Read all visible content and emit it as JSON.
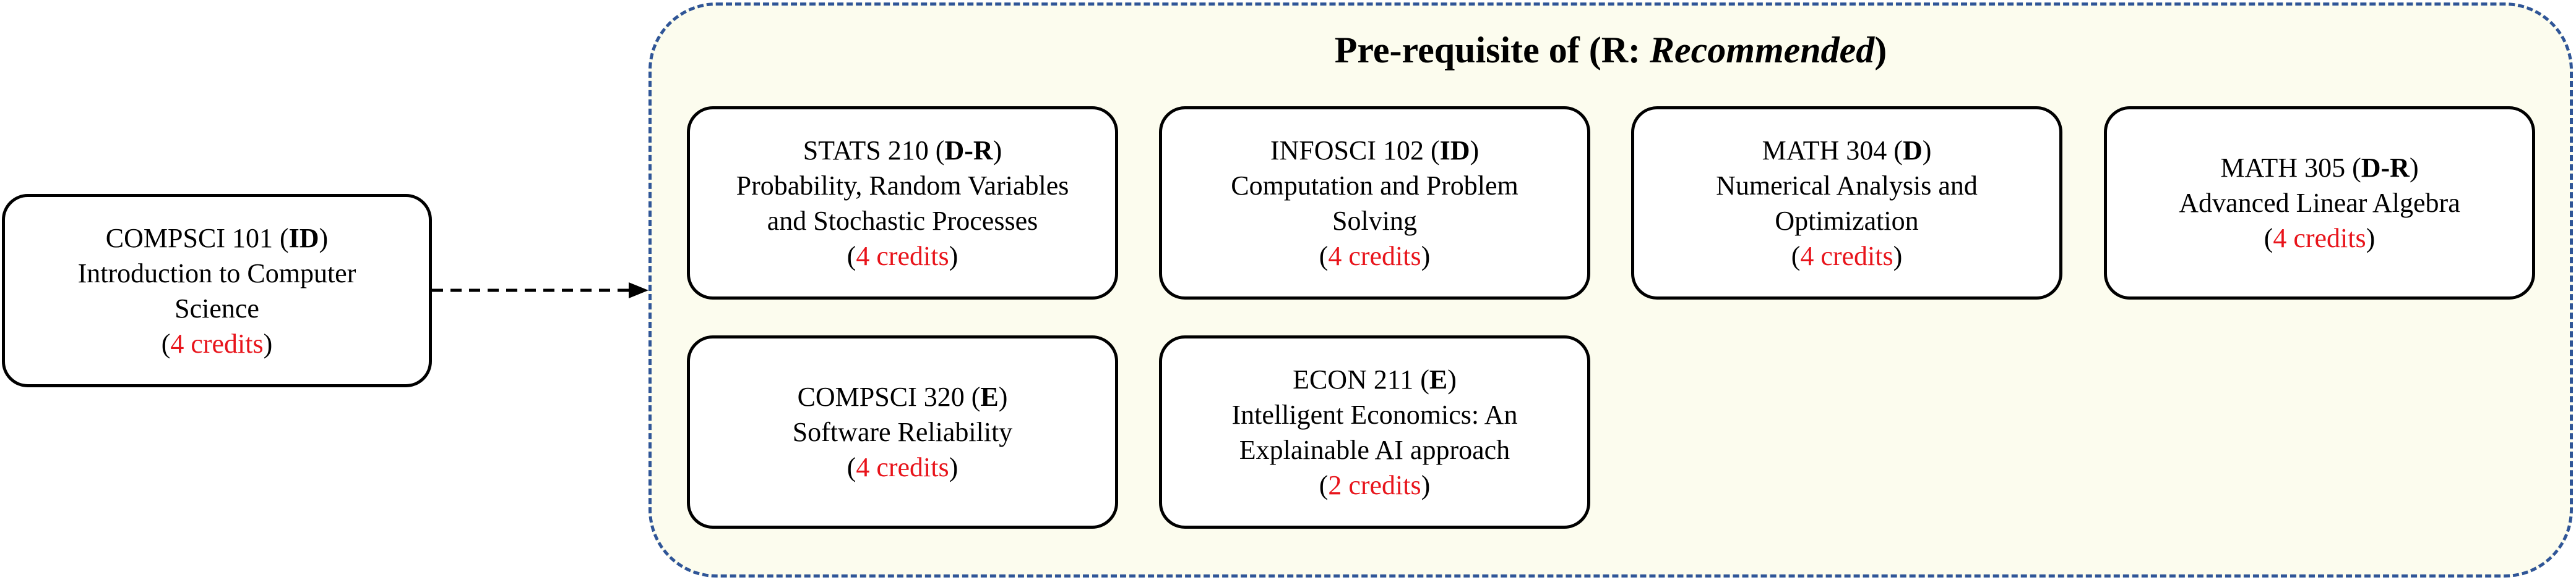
{
  "source_course": {
    "code": "COMPSCI 101",
    "delivery": "ID",
    "title_lines": [
      "Introduction to Computer",
      "Science"
    ],
    "credits": "4 credits"
  },
  "group": {
    "title_prefix": "Pre-requisite of (R: ",
    "title_emphasis": "Recommended",
    "title_suffix": ")",
    "courses": [
      {
        "code": "STATS 210",
        "delivery": "D-R",
        "title_lines": [
          "Probability, Random Variables",
          "and Stochastic Processes"
        ],
        "credits": "4 credits"
      },
      {
        "code": "INFOSCI 102",
        "delivery": "ID",
        "title_lines": [
          "Computation and Problem",
          "Solving"
        ],
        "credits": "4 credits"
      },
      {
        "code": "MATH 304",
        "delivery": "D",
        "title_lines": [
          "Numerical Analysis and",
          "Optimization"
        ],
        "credits": "4 credits"
      },
      {
        "code": "MATH 305",
        "delivery": "D-R",
        "title_lines": [
          "Advanced Linear Algebra"
        ],
        "credits": "4 credits"
      },
      {
        "code": "COMPSCI 320",
        "delivery": "E",
        "title_lines": [
          "Software Reliability"
        ],
        "credits": "4 credits"
      },
      {
        "code": "ECON 211",
        "delivery": "E",
        "title_lines": [
          "Intelligent Economics: An",
          "Explainable AI approach"
        ],
        "credits": "2 credits"
      }
    ]
  },
  "colors": {
    "credits": "#e8141b",
    "panel_border": "#2f5597",
    "panel_fill": "#fcfcee",
    "box_border": "#000000"
  }
}
